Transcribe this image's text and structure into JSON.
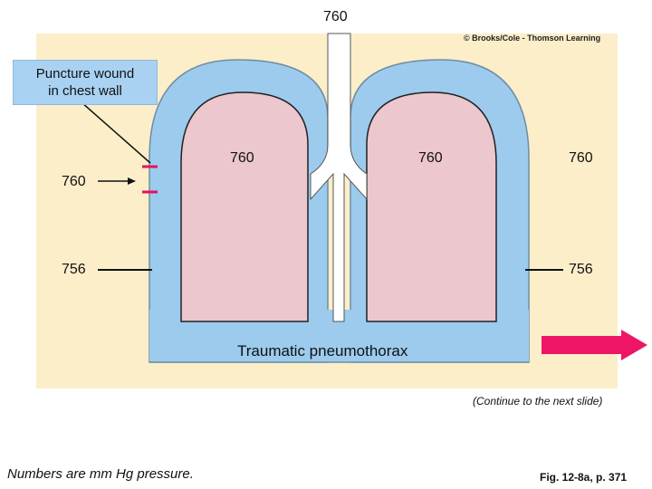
{
  "pressures": {
    "top": "760",
    "left_alveolar": "760",
    "right_alveolar": "760",
    "right_outside": "760",
    "left_outside_upper": "760",
    "left_intrapleural": "756",
    "right_intrapleural": "756"
  },
  "labels": {
    "puncture": "Puncture wound\nin chest wall",
    "caption": "Traumatic pneumothorax",
    "copyright": "© Brooks/Cole - Thomson Learning",
    "footer_note": "Numbers are mm Hg pressure.",
    "continue_note": "(Continue to the next slide)",
    "figure_ref": "Fig. 12-8a, p. 371"
  },
  "colors": {
    "background_panel": "#fbeec9",
    "pleura_blue": "#9ccbee",
    "lung_pink": "#ecc7cd",
    "airway_white": "#ffffff",
    "wound_marker": "#e8115c",
    "next_arrow": "#ee1566"
  },
  "icons": {
    "next_arrow": "right-arrow-icon"
  }
}
